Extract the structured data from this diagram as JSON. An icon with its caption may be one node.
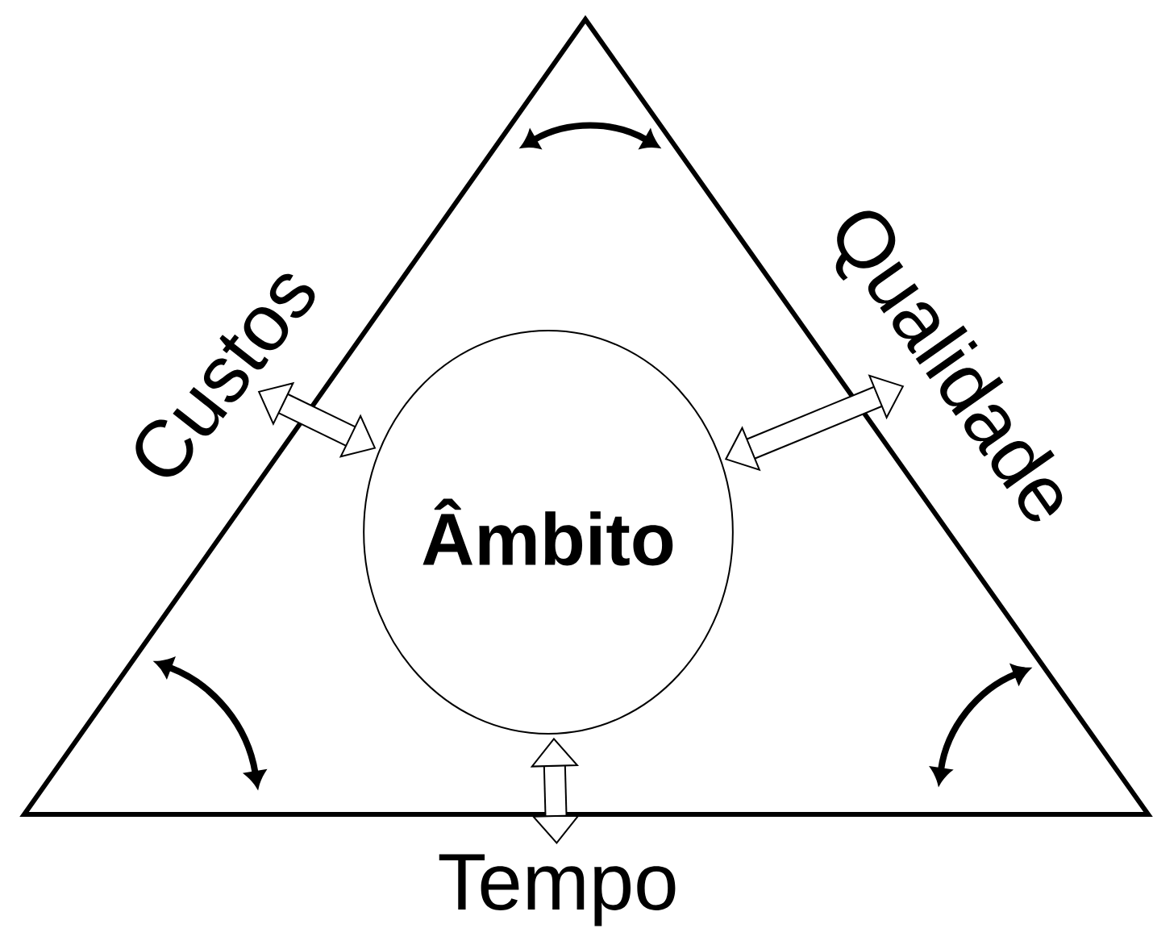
{
  "diagram": {
    "nodes": [
      {
        "text": [
          "Âmbito"
        ]
      },
      {
        "text": [
          "Custos"
        ]
      },
      {
        "text": [
          "Qualidade"
        ]
      },
      {
        "text": [
          "Tempo"
        ]
      }
    ],
    "edges": [
      {
        "from": 0,
        "to": 1,
        "arrow": "both"
      },
      {
        "from": 0,
        "to": 2,
        "arrow": "both"
      },
      {
        "from": 0,
        "to": 3,
        "arrow": "both"
      }
    ]
  }
}
